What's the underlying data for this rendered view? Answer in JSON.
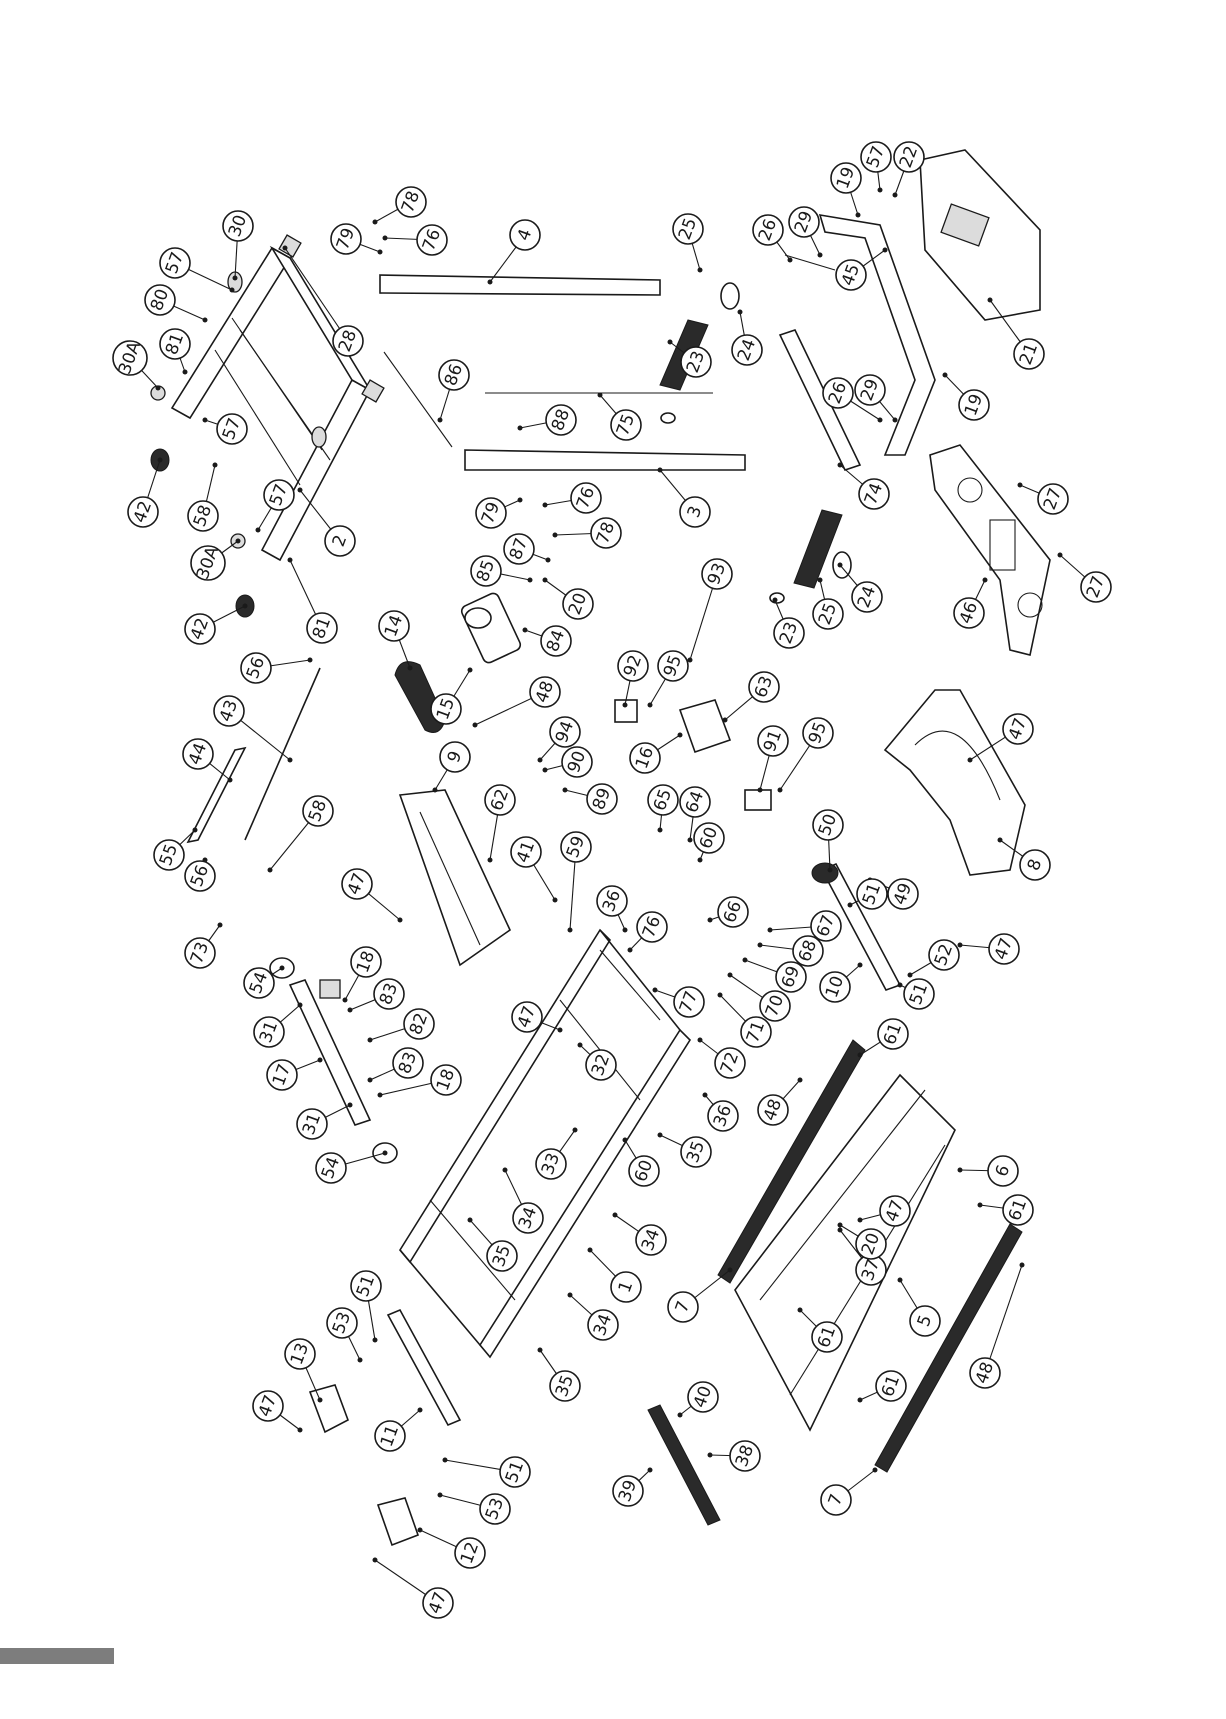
{
  "diagram": {
    "callouts": [
      "1",
      "2",
      "3",
      "4",
      "5",
      "6",
      "7",
      "8",
      "9",
      "10",
      "11",
      "12",
      "13",
      "14",
      "15",
      "16",
      "17",
      "18",
      "19",
      "20",
      "21",
      "22",
      "23",
      "24",
      "25",
      "26",
      "27",
      "28",
      "29",
      "30",
      "30A",
      "31",
      "32",
      "33",
      "34",
      "35",
      "36",
      "37",
      "38",
      "39",
      "40",
      "41",
      "42",
      "43",
      "44",
      "45",
      "46",
      "47",
      "48",
      "49",
      "50",
      "51",
      "52",
      "53",
      "54",
      "55",
      "56",
      "57",
      "58",
      "59",
      "60",
      "61",
      "62",
      "63",
      "64",
      "65",
      "66",
      "67",
      "68",
      "69",
      "70",
      "71",
      "72",
      "73",
      "74",
      "75",
      "76",
      "77",
      "78",
      "79",
      "80",
      "81",
      "82",
      "83",
      "84",
      "85",
      "86",
      "87",
      "88",
      "89",
      "90",
      "91",
      "92",
      "93",
      "94",
      "95"
    ]
  },
  "colors": {
    "ink": "#1a1a1a",
    "paper": "#ffffff",
    "footer_bar": "#7d7d7d"
  }
}
